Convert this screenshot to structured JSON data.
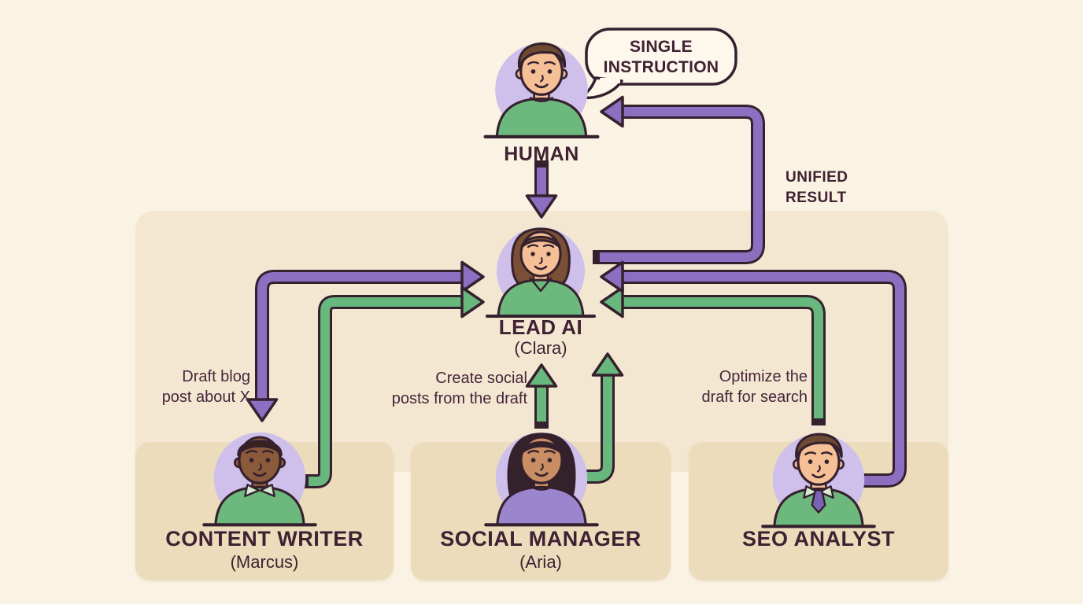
{
  "human": {
    "label": "HUMAN"
  },
  "speech_bubble": {
    "text": "SINGLE\nINSTRUCTION"
  },
  "lead_ai": {
    "title": "LEAD AI",
    "name": "(Clara)"
  },
  "unified_result_label": "UNIFIED\nRESULT",
  "tasks": {
    "content_writer": "Draft blog\npost about X",
    "social_manager": "Create social\nposts from the draft",
    "seo_analyst": "Optimize the\ndraft for search"
  },
  "agents": [
    {
      "title": "CONTENT WRITER",
      "name": "(Marcus)"
    },
    {
      "title": "SOCIAL MANAGER",
      "name": "(Aria)"
    },
    {
      "title": "SEO ANALYST",
      "name": ""
    }
  ],
  "colors": {
    "background": "#faf2e2",
    "panel": "#f4e7d2",
    "card": "#ecdcbb",
    "outline": "#35212e",
    "purple": "#8d6fc1",
    "green": "#68b77c",
    "avatar_circle": "#cec0ea",
    "bubble": "#fdf7ec",
    "text": "#3f2133",
    "skin_light": "#f5c096",
    "skin_medium": "#c98e63",
    "skin_dark": "#8a5a3b",
    "hair_brown": "#6f4a32",
    "hair_dark": "#33222b",
    "shirt_green": "#6db87d",
    "shirt_purple": "#9b85cc",
    "tie_purple": "#7b63b8",
    "collar_light": "#d9ead2"
  }
}
